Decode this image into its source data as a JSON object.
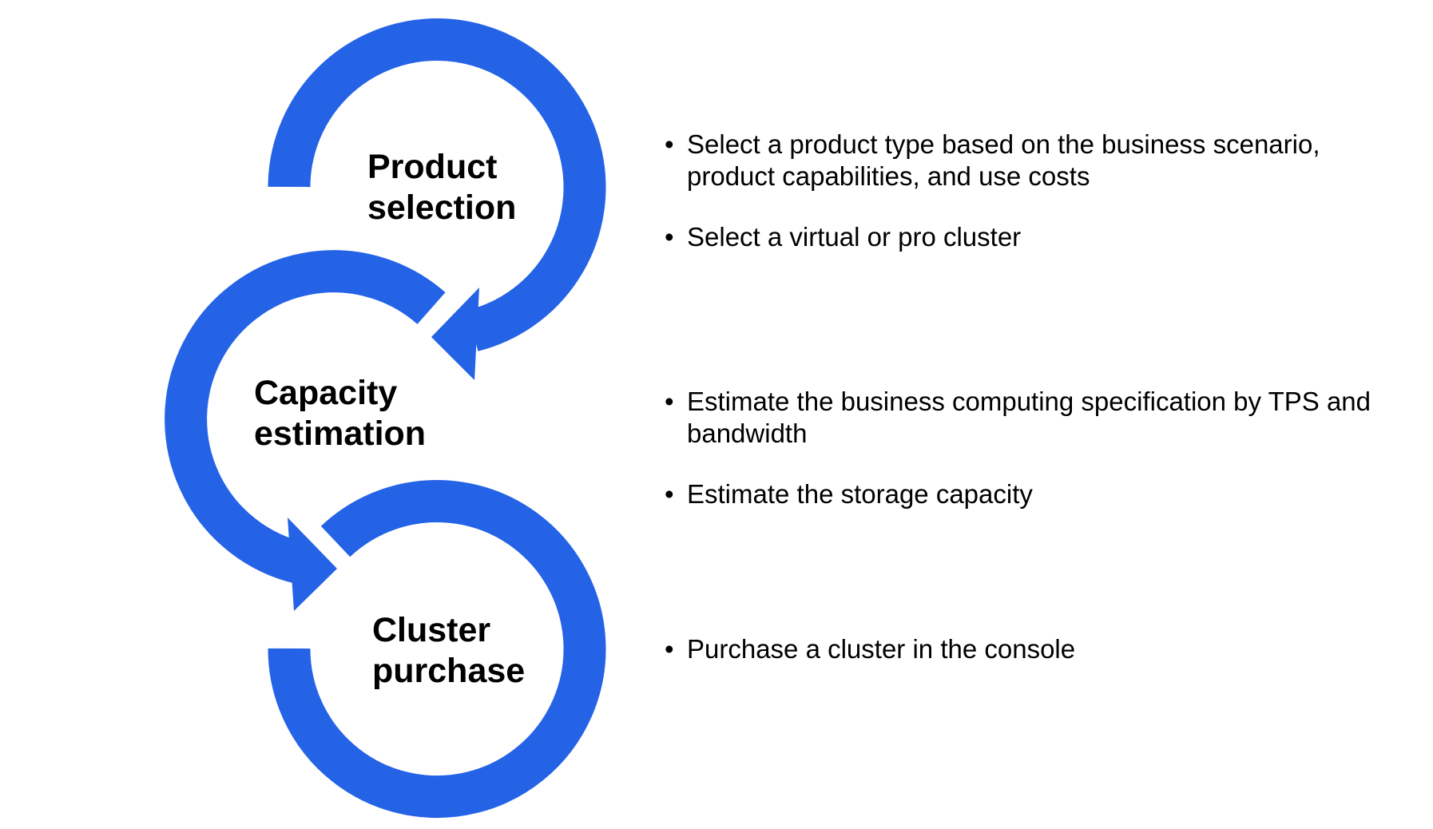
{
  "colors": {
    "accent": "#2563e6"
  },
  "stages": [
    {
      "title": [
        "Product",
        "selection"
      ]
    },
    {
      "title": [
        "Capacity",
        "estimation"
      ]
    },
    {
      "title": [
        "Cluster",
        "purchase"
      ]
    }
  ],
  "details": [
    {
      "bullets": [
        "Select a product type based on the business scenario, product capabilities, and use costs",
        "Select a virtual or pro cluster"
      ]
    },
    {
      "bullets": [
        "Estimate the business computing specification by TPS and bandwidth",
        "Estimate the storage capacity"
      ]
    },
    {
      "bullets": [
        "Purchase a cluster in the console"
      ]
    }
  ]
}
